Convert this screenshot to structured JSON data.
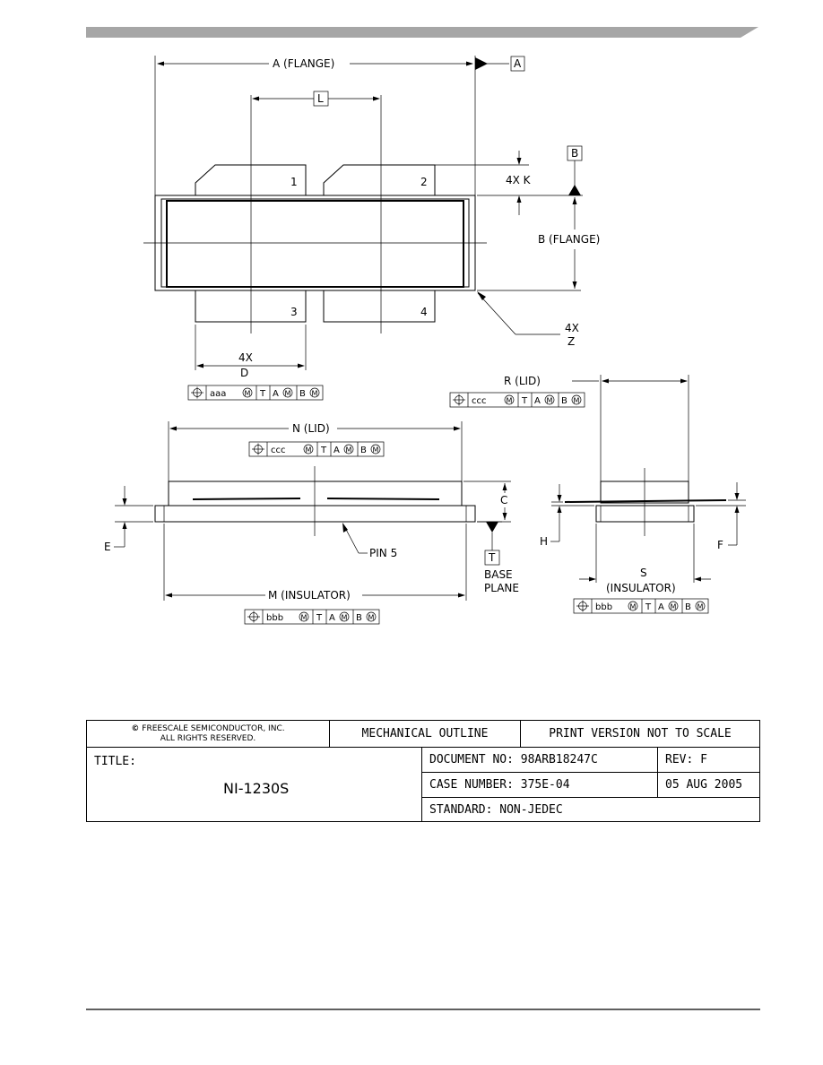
{
  "drawing": {
    "flange_a_label": "A (FLANGE)",
    "datum_a": "A",
    "lead_l_label": "L",
    "datum_b": "B",
    "lead_k_label": "4X K",
    "flange_b_label": "B (FLANGE)",
    "z_qty": "4X",
    "z_label": "Z",
    "pin_1": "1",
    "pin_2": "2",
    "pin_3": "3",
    "pin_4": "4",
    "d_qty": "4X",
    "d_label": "D",
    "r_label": "R (LID)",
    "n_label": "N (LID)",
    "c_label": "C",
    "e_label": "E",
    "pin5_label": "PIN 5",
    "datum_t": "T",
    "base_plane_1": "BASE",
    "base_plane_2": "PLANE",
    "m_label": "M (INSULATOR)",
    "h_label": "H",
    "f_label": "F",
    "s_label": "S",
    "s_sub_label": "(INSULATOR)",
    "fcf_d": [
      "aaa",
      "T",
      "A",
      "B"
    ],
    "fcf_r": [
      "ccc",
      "T",
      "A",
      "B"
    ],
    "fcf_n": [
      "ccc",
      "T",
      "A",
      "B"
    ],
    "fcf_m": [
      "bbb",
      "T",
      "A",
      "B"
    ],
    "fcf_s": [
      "bbb",
      "T",
      "A",
      "B"
    ],
    "mmc_symbol": "M"
  },
  "title_block": {
    "copyright_line1": "FREESCALE SEMICONDUCTOR, INC.",
    "copyright_line2": "ALL RIGHTS RESERVED.",
    "outline": "MECHANICAL OUTLINE",
    "print_note": "PRINT VERSION NOT TO SCALE",
    "title_label": "TITLE:",
    "title_value": "NI-1230S",
    "document_no": "DOCUMENT NO: 98ARB18247C",
    "revision": "REV: F",
    "case_number": "CASE NUMBER: 375E-04",
    "date": "05 AUG 2005",
    "standard": "STANDARD: NON-JEDEC"
  }
}
